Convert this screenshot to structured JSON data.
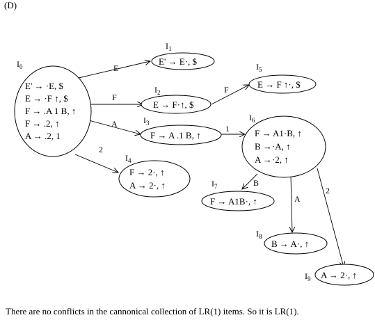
{
  "header": "(D)",
  "caption": "There are no conflicts in the cannonical collection of LR(1) items. So it is LR(1).",
  "states": [
    {
      "id": "I0",
      "label": "I",
      "sub": "0",
      "items": [
        "E' → ·E, $",
        "E → ·F ↑, $",
        "F → .A 1 B, ↑",
        "F → .2, ↑",
        "A → .2, 1"
      ]
    },
    {
      "id": "I1",
      "label": "I",
      "sub": "1",
      "items": [
        "E' → E·, $"
      ]
    },
    {
      "id": "I2",
      "label": "I",
      "sub": "2",
      "items": [
        "E → F·↑, $"
      ]
    },
    {
      "id": "I3",
      "label": "I",
      "sub": "3",
      "items": [
        "F → A .1 B, ↑"
      ]
    },
    {
      "id": "I4",
      "label": "I",
      "sub": "4",
      "items": [
        "F → 2·, ↑",
        "A → 2·, ↑"
      ]
    },
    {
      "id": "I5",
      "label": "I",
      "sub": "5",
      "items": [
        "E → F ↑·, $"
      ]
    },
    {
      "id": "I6",
      "label": "I",
      "sub": "6",
      "items": [
        "F → A1·B, ↑",
        "B →·A, ↑",
        "A →·2, ↑"
      ]
    },
    {
      "id": "I7",
      "label": "I",
      "sub": "7",
      "items": [
        "F → A1B·, ↑"
      ]
    },
    {
      "id": "I8",
      "label": "I",
      "sub": "8",
      "items": [
        "B → A·, ↑"
      ]
    },
    {
      "id": "I9",
      "label": "I",
      "sub": "9",
      "items": [
        "A → 2·, ↑"
      ]
    }
  ],
  "transitions": [
    {
      "from": "I0",
      "to": "I1",
      "symbol": "E"
    },
    {
      "from": "I0",
      "to": "I2",
      "symbol": "F"
    },
    {
      "from": "I0",
      "to": "I3",
      "symbol": "A"
    },
    {
      "from": "I0",
      "to": "I4",
      "symbol": "2"
    },
    {
      "from": "I2",
      "to": "I5",
      "symbol": "F"
    },
    {
      "from": "I3",
      "to": "I6",
      "symbol": "1"
    },
    {
      "from": "I6",
      "to": "I7",
      "symbol": "B"
    },
    {
      "from": "I6",
      "to": "I8",
      "symbol": "A"
    },
    {
      "from": "I6",
      "to": "I9",
      "symbol": "2"
    }
  ]
}
